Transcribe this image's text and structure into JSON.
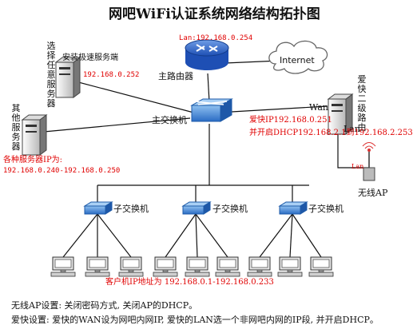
{
  "title": "网吧WiFi认证系统网络结构拓扑图",
  "main_router": {
    "label": "主路由器",
    "lan_ip": "Lan:192.168.0.254"
  },
  "internet": {
    "label": "Internet"
  },
  "auth_server": {
    "label": "安装极速服务端",
    "ip": "192.168.0.252",
    "side_label": "选择任意服务器"
  },
  "main_switch": {
    "label": "主交换机"
  },
  "other_servers": {
    "side_label": "其他服务器",
    "ip_label": "各种服务器IP为:",
    "ip_range": "192.168.0.240-192.168.0.250"
  },
  "secondary_router": {
    "side_label": "爱快二级路由",
    "wan_label": "Wan",
    "lan_label": "Lan",
    "wan_ip": "爱快IP192.168.0.251",
    "dhcp": "并开启DHCP192.168.2.1到192.168.2.253"
  },
  "wireless_ap": {
    "label": "无线AP",
    "lan_label": "Lan"
  },
  "sub_switches": [
    "子交换机",
    "子交换机",
    "子交换机"
  ],
  "client_ip": "客户机IP地址为 192.168.0.1-192.168.0.233",
  "notes": {
    "ap": "无线AP设置: 关闭密码方式, 关闭AP的DHCP。",
    "ikuai": "爱快设置: 爱快的WAN设为网吧内网IP, 爱快的LAN选一个非网吧内网的IP段, 并开启DHCP。"
  }
}
